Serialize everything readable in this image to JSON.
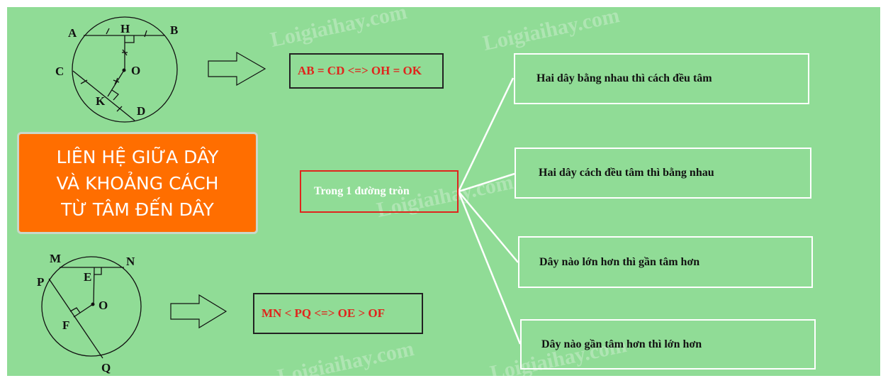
{
  "title": {
    "lines": [
      "LIÊN HỆ GIỮA DÂY",
      "VÀ KHOẢNG CÁCH",
      "TỪ TÂM ĐẾN DÂY"
    ]
  },
  "figure1": {
    "labels": {
      "A": "A",
      "B": "B",
      "H": "H",
      "O": "O",
      "C": "C",
      "K": "K",
      "D": "D"
    },
    "formula": "AB = CD <=> OH = OK"
  },
  "figure2": {
    "labels": {
      "M": "M",
      "N": "N",
      "E": "E",
      "O": "O",
      "P": "P",
      "F": "F",
      "Q": "Q"
    },
    "formula": "MN < PQ <=> OE > OF"
  },
  "center_node": "Trong 1 đường tròn",
  "branches": [
    "Hai dây bằng nhau thì cách đều tâm",
    "Hai dây cách đều tâm thì bằng nhau",
    "Dây nào lớn hơn thì gần tâm hơn",
    "Dây nào gần tâm hơn thì lớn hơn"
  ],
  "watermark": "Loigiaihay.com",
  "colors": {
    "background": "#90dc96",
    "title_bg": "#ff6e00",
    "formula": "#e0241c"
  }
}
